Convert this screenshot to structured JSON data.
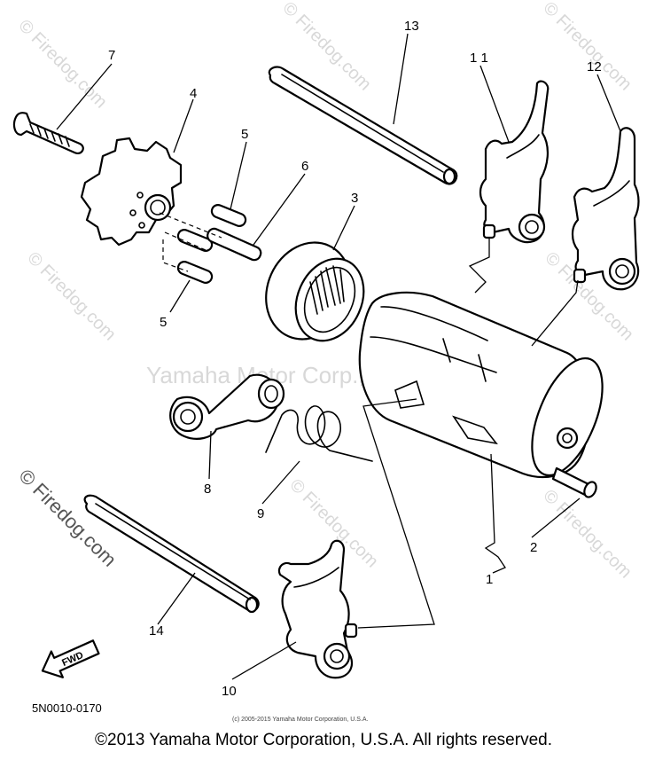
{
  "watermarks": {
    "firedog": "© Firedog.com",
    "center": "Yamaha Motor Corp., U.S.A."
  },
  "part_numbers": {
    "p1": "1",
    "p2": "2",
    "p3": "3",
    "p4": "4",
    "p5a": "5",
    "p5b": "5",
    "p6": "6",
    "p7": "7",
    "p8": "8",
    "p9": "9",
    "p10": "10",
    "p11": "1 1",
    "p12": "12",
    "p13": "13",
    "p14": "14"
  },
  "fwd_label": "FWD",
  "diagram_code": "5N0010-0170",
  "small_copyright": "(c) 2005-2015 Yamaha Motor Corporation, U.S.A.",
  "footer_copyright": "©2013 Yamaha Motor Corporation, U.S.A. All rights reserved."
}
